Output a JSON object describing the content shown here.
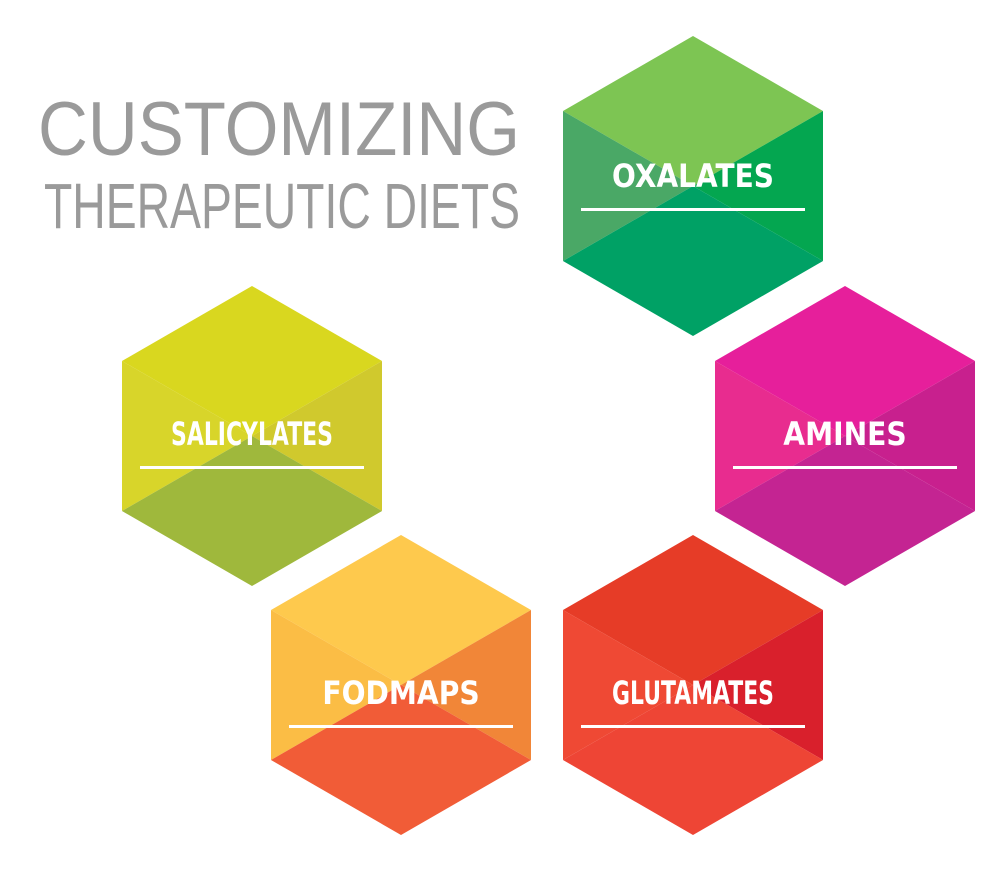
{
  "title": {
    "line1": "CUSTOMIZING",
    "line2": "THERAPEUTIC DIETS"
  },
  "hexagons": [
    {
      "id": "oxalates",
      "label": "OXALATES",
      "colors": {
        "top": "#7dc553",
        "left": "#4aa866",
        "right": "#04a650",
        "bottom": "#00a165"
      }
    },
    {
      "id": "amines",
      "label": "AMINES",
      "colors": {
        "top": "#e61f9b",
        "left": "#e82c8f",
        "right": "#c8208e",
        "bottom": "#c42492"
      }
    },
    {
      "id": "salicylates",
      "label": "SALICYLATES",
      "colors": {
        "top": "#d9d71f",
        "left": "#d8d52a",
        "right": "#d0c92d",
        "bottom": "#9fb83c"
      }
    },
    {
      "id": "fodmaps",
      "label": "FODMAPS",
      "colors": {
        "top": "#fec94d",
        "left": "#fbbd45",
        "right": "#f18638",
        "bottom": "#f15c37"
      }
    },
    {
      "id": "glutamates",
      "label": "GLUTAMATES",
      "colors": {
        "top": "#e63c27",
        "left": "#ef4934",
        "right": "#d9202c",
        "bottom": "#ee4535"
      }
    }
  ]
}
